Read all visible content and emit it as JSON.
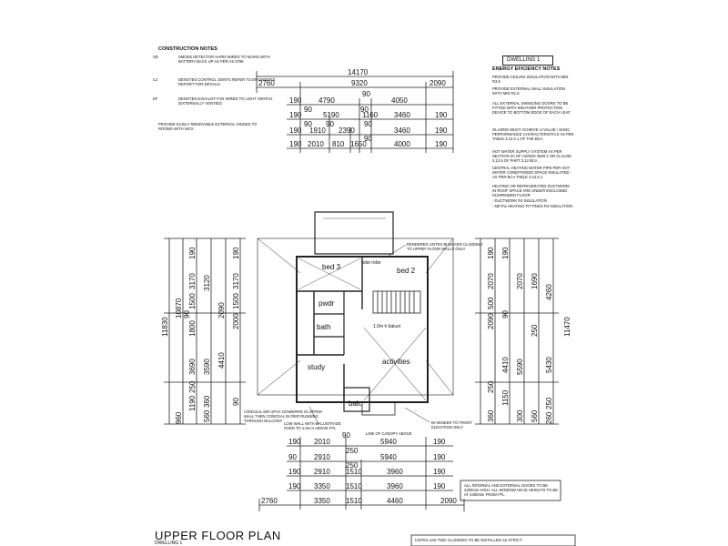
{
  "construction_notes": {
    "heading": "CONSTRUCTION NOTES",
    "items": [
      {
        "symbol": "SD",
        "text": "SMOKE DETECTOR HARD-WIRED TO MAINS WITH BATTERY BACK UP AS PER AS 3786"
      },
      {
        "symbol": "CJ",
        "text": "DENOTES CONTROL JOINTS REFER TO ENGINEER'S REPORT FOR DETAILS"
      },
      {
        "symbol": "EF",
        "text": "DENOTES EXHAUST FAN WIRED TO LIGHT SWITCH (EXTERNALLY VENTED)"
      }
    ],
    "footnote": "PROVIDE EASILY REMOVABLE EXTERNAL HINGES TO ROOMS WITH WCS"
  },
  "dwelling_label": "DWELLING 1",
  "energy_notes": {
    "heading": "ENERGY EFICIENCY NOTES",
    "items": [
      "PROVIDE CEILING INSULATION WITH MIN R3.5",
      "PROVIDE EXTERNAL WALL INSULATION WITH MIN R1.5",
      "ALL EXTERNAL SWINGING DOORS TO BE FITTED WITH WEATHER PROTECTION DEVICE TO BOTTOM EDGE OF EACH LEAF",
      "GLAZING MUST ACHIEVE U-VALUE / SHGC PERFORMANCE CHARACTERISTICS AS PER TABLE 3.12.2.1 OF THE BCA",
      "HOT WATER SUPPLY SYSTEM AS PER SECTION 3A OF AS/NZS 3500.4 OR CLAUSE 3.12.5 OF PART 3.12 BCA",
      "CENTRAL HEATING WATER PIPE PER HOT WATER CONDITIONED SPACE INSULATED AS PER BCA TABLE 3.12.5.1",
      "HEATING OR REFRIGERATED DUCTWORK IN ROOF SPACE ARE UNDER ENCLOSED SUSPENDED FLOOR",
      "- DUCTWORK R4 INSULATION",
      "- METAL HEATING FITTINGS R4 INSULATION"
    ]
  },
  "top_dims": {
    "row1": [
      "14170"
    ],
    "row2": [
      "2760",
      "9320",
      "2090"
    ],
    "row3": [
      "190",
      "4790",
      "90",
      "4050"
    ],
    "row4": [
      "190",
      "90",
      "5190",
      "90",
      "1160",
      "3460",
      "190"
    ],
    "row5": [
      "90",
      "90",
      "190",
      "1910",
      "2390",
      "90",
      "3460",
      "190"
    ],
    "row6": [
      "190",
      "2010",
      "810",
      "1650",
      "90",
      "4000",
      "190"
    ]
  },
  "bottom_dims": {
    "row1": [
      "190",
      "2010",
      "90",
      "5940",
      "190"
    ],
    "row2": [
      "90",
      "2910",
      "250",
      "5940",
      "190"
    ],
    "row3": [
      "190",
      "2910",
      "250",
      "1510",
      "3960",
      "190"
    ],
    "row4": [
      "190",
      "3350",
      "1510",
      "3960",
      "190"
    ],
    "row5": [
      "2760",
      "3350",
      "1510",
      "4460",
      "2090"
    ]
  },
  "left_dims": [
    "11830",
    "10870",
    "190",
    "3170",
    "1500",
    "90",
    "1800",
    "3690",
    "250",
    "1190",
    "960",
    "3120",
    "2090",
    "4410",
    "3590",
    "360",
    "560",
    "190",
    "3170",
    "1500",
    "2000",
    "90"
  ],
  "right_dims": [
    "11470",
    "190",
    "2070",
    "2070",
    "4260",
    "500",
    "2090",
    "250",
    "4410",
    "5590",
    "5430",
    "1150",
    "250",
    "360",
    "190",
    "90",
    "300",
    "560",
    "1690",
    "250",
    "260"
  ],
  "rooms": {
    "bed3": "bed 3",
    "bed2": "bed 2",
    "pwdr": "pwdr",
    "bath": "bath",
    "study": "study",
    "activities": "activities",
    "balc": "balc",
    "robe": "robe robe",
    "balust": "1.0m h balust"
  },
  "annotations": {
    "cladding": "RENDERED LINTEX BI-BOARD CLADDING TO UPPER FLOOR WALLS ONLY",
    "downpipe": "CONCEAL 90# UPVC DOWNPIPE IN UPPER WALL THEN CONCEAL IN PIER RUNNING THROUGH BALCONY",
    "low_wall": "LOW WALL WITH BALUSTRADE OVER TO 1.0m H ABOVE FFL",
    "canopy": "LINE OF CANOPY ABOVE",
    "bi_veneer": "BI-VENEER TO FRONT ELEVATION ONLY",
    "doors_note": "ALL INTERNAL AND EXTERNAL DOORS TO BE 2400mm HIGH. ALL WINDOW HEAD HEIGHTS TO BE AT 2400mm FROM FFL",
    "bottom_note": "LINTEX LINI-TWG CLADDING TO BE INSTALLED AS STRICT"
  },
  "title": "UPPER FLOOR PLAN",
  "subtitle": "DWELLING 1"
}
